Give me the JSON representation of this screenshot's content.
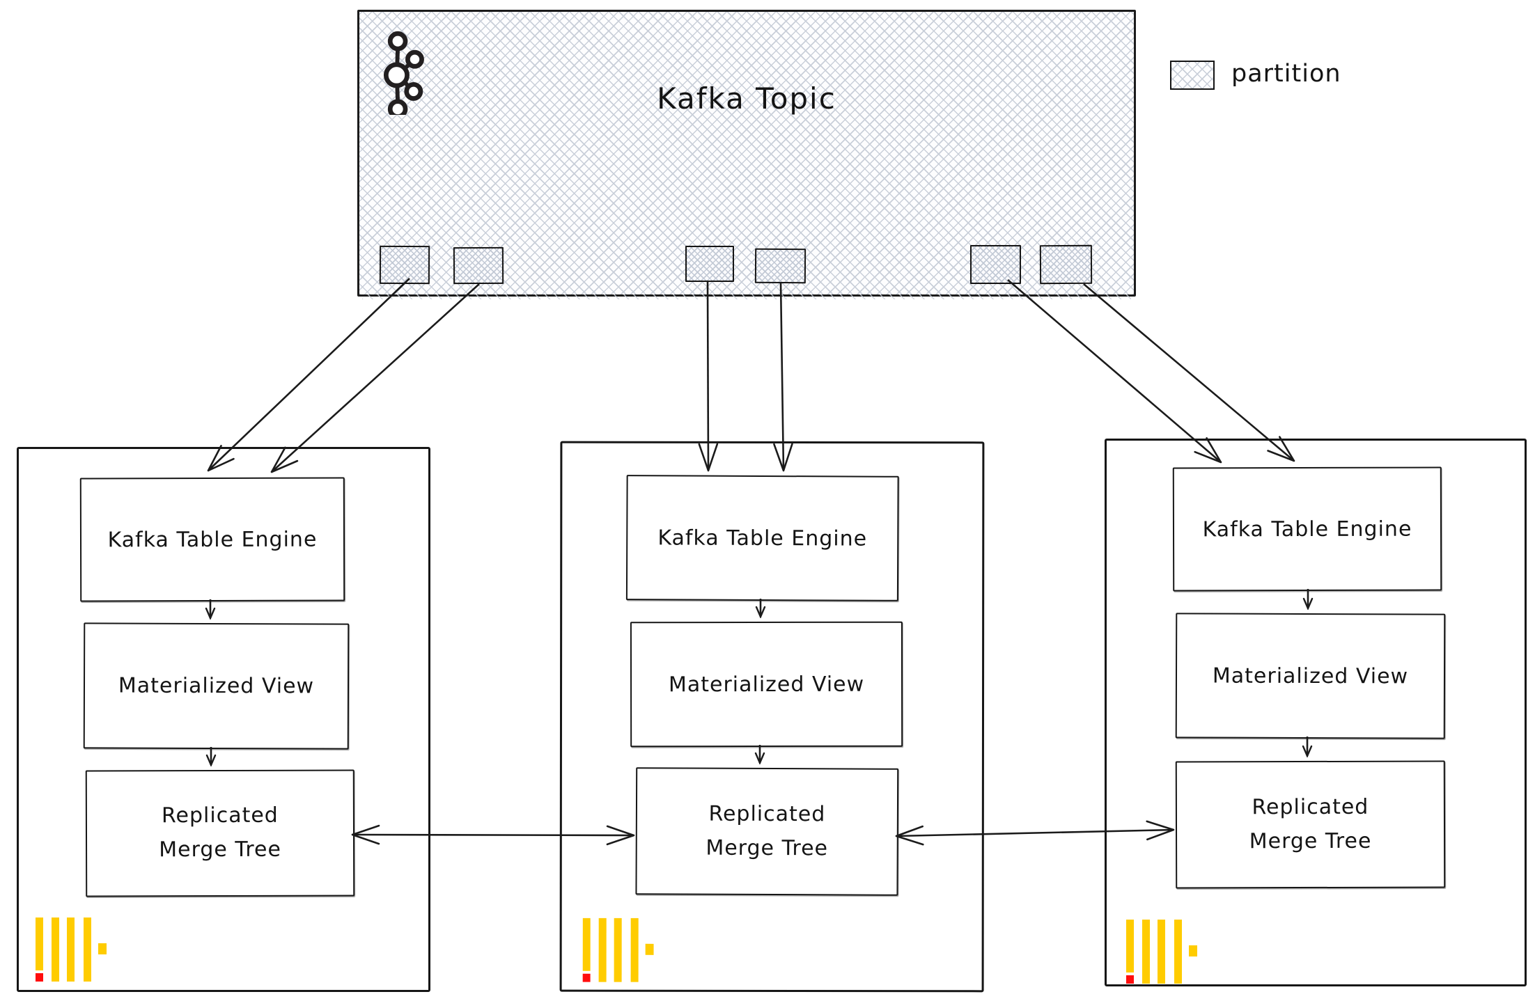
{
  "kafka_topic": {
    "title": "Kafka Topic",
    "partitions_visible": 6
  },
  "legend": {
    "label": "partition"
  },
  "replicas": [
    {
      "engine_label": "Kafka Table Engine",
      "view_label": "Materialized View",
      "merge_label_line1": "Replicated",
      "merge_label_line2": "Merge Tree"
    },
    {
      "engine_label": "Kafka Table Engine",
      "view_label": "Materialized View",
      "merge_label_line1": "Replicated",
      "merge_label_line2": "Merge Tree"
    },
    {
      "engine_label": "Kafka Table Engine",
      "view_label": "Materialized View",
      "merge_label_line1": "Replicated",
      "merge_label_line2": "Merge Tree"
    }
  ],
  "icons": {
    "kafka_logo": "kafka-logo-icon",
    "clickhouse_logo": "clickhouse-logo-icon",
    "partition_swatch": "partition-swatch-icon"
  },
  "colors": {
    "ink": "#1b1b1b",
    "hatch_line": "#c9cfd9",
    "hatch_line_dense": "#c2c9d5",
    "clickhouse_yellow": "#ffcc00",
    "clickhouse_red": "#ff0d0d"
  }
}
